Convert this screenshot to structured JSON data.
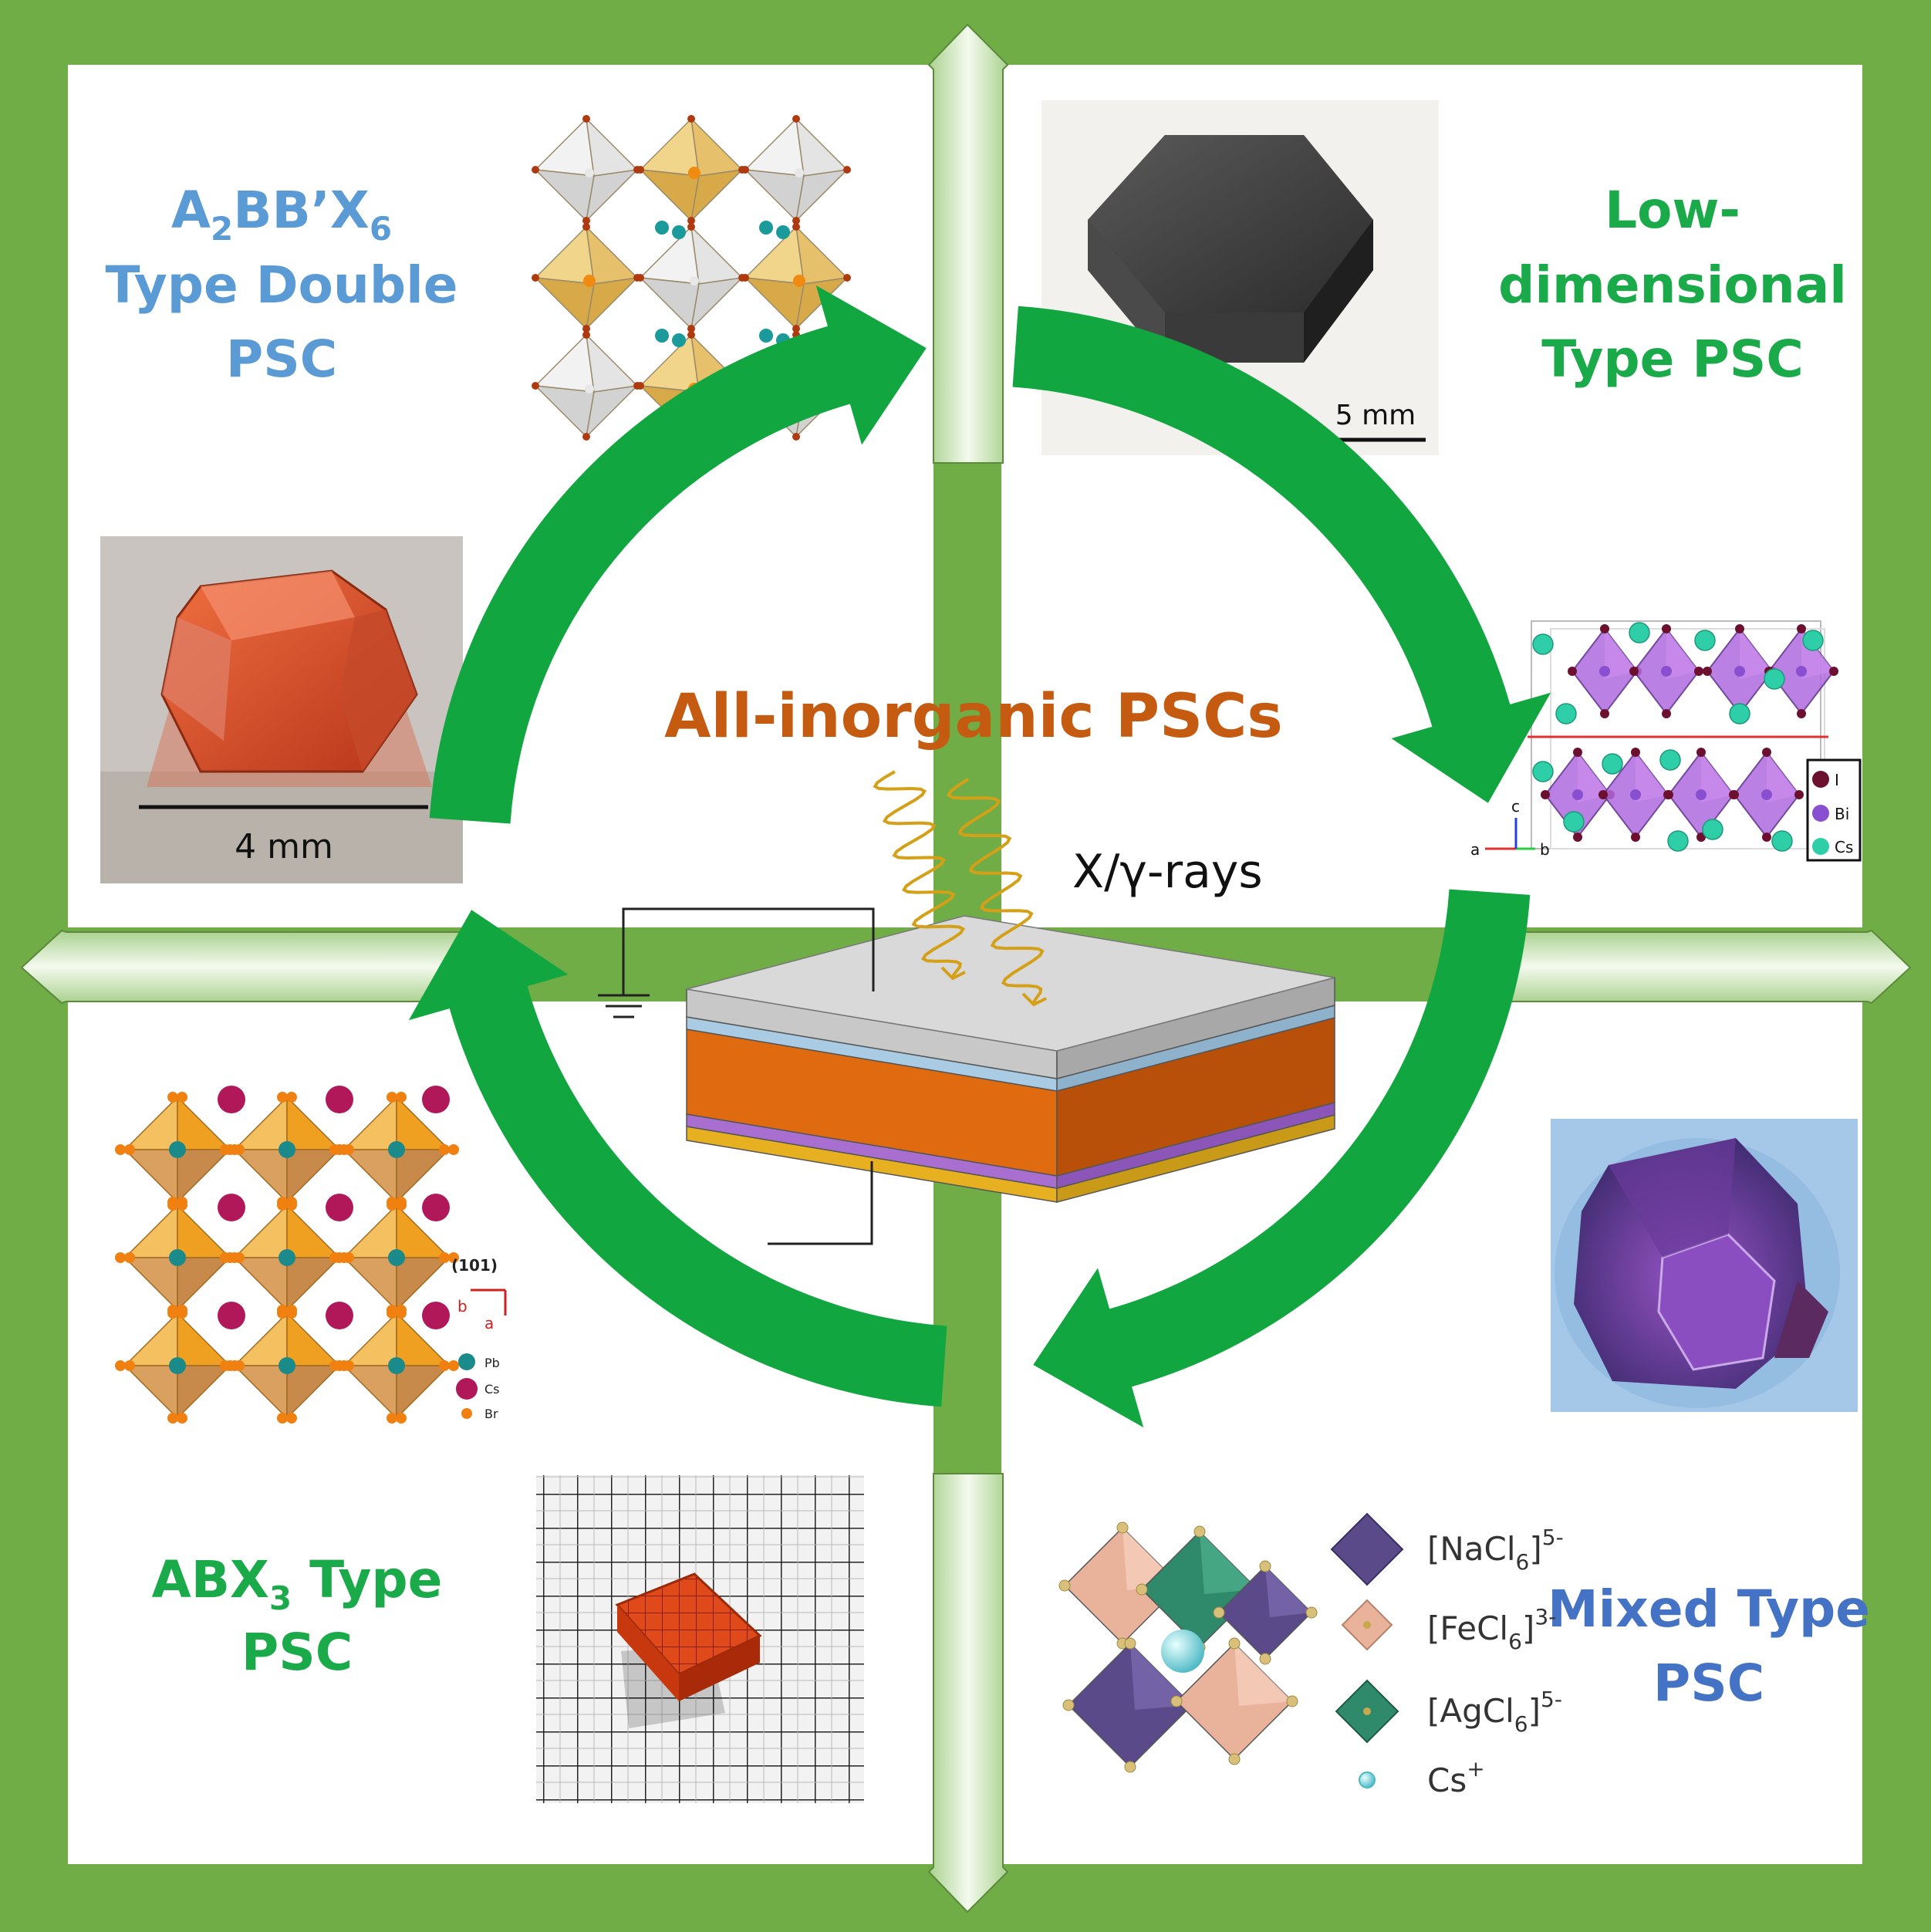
{
  "center": {
    "title": "All-inorganic PSCs",
    "radiation_label": "X/γ-rays"
  },
  "quadrants": {
    "top_left": {
      "title_base": "A",
      "title_sub1": "2",
      "title_mid": "BB’X",
      "title_sub2": "6",
      "title_line2": "Type Double",
      "title_line3": "PSC",
      "scale_bar": "4 mm"
    },
    "top_right": {
      "title_line1": "Low-",
      "title_line2": "dimensional",
      "title_line3": "Type PSC",
      "scale_bar": "5 mm",
      "legend": [
        "I",
        "Bi",
        "Cs"
      ],
      "axes": [
        "a",
        "b",
        "c"
      ]
    },
    "bottom_left": {
      "title_base": "ABX",
      "title_sub": "3",
      "title_tail": " Type",
      "title_line2": "PSC",
      "plane_label": "(101)",
      "axes": [
        "b",
        "a"
      ],
      "legend": [
        "Pb",
        "Cs",
        "Br"
      ]
    },
    "bottom_right": {
      "title_line1": "Mixed Type",
      "title_line2": "PSC",
      "legend": [
        {
          "base": "[NaCl",
          "sub": "6",
          "close": "]",
          "sup": "5-"
        },
        {
          "base": "[FeCl",
          "sub": "6",
          "close": "]",
          "sup": "3-"
        },
        {
          "base": "[AgCl",
          "sub": "6",
          "close": "]",
          "sup": "5-"
        },
        {
          "base": "Cs",
          "sub": "",
          "close": "",
          "sup": "+"
        }
      ]
    }
  },
  "colors": {
    "frame_green": "#70ad47",
    "arrow_green": "#12a640",
    "title_blue": "#5b9bd5",
    "title_green": "#1aaa4a",
    "title_dark_blue": "#4472c4",
    "center_orange": "#c55a11",
    "perovskite_orange": "#e06a10",
    "ray_gold": "#d4a017"
  }
}
